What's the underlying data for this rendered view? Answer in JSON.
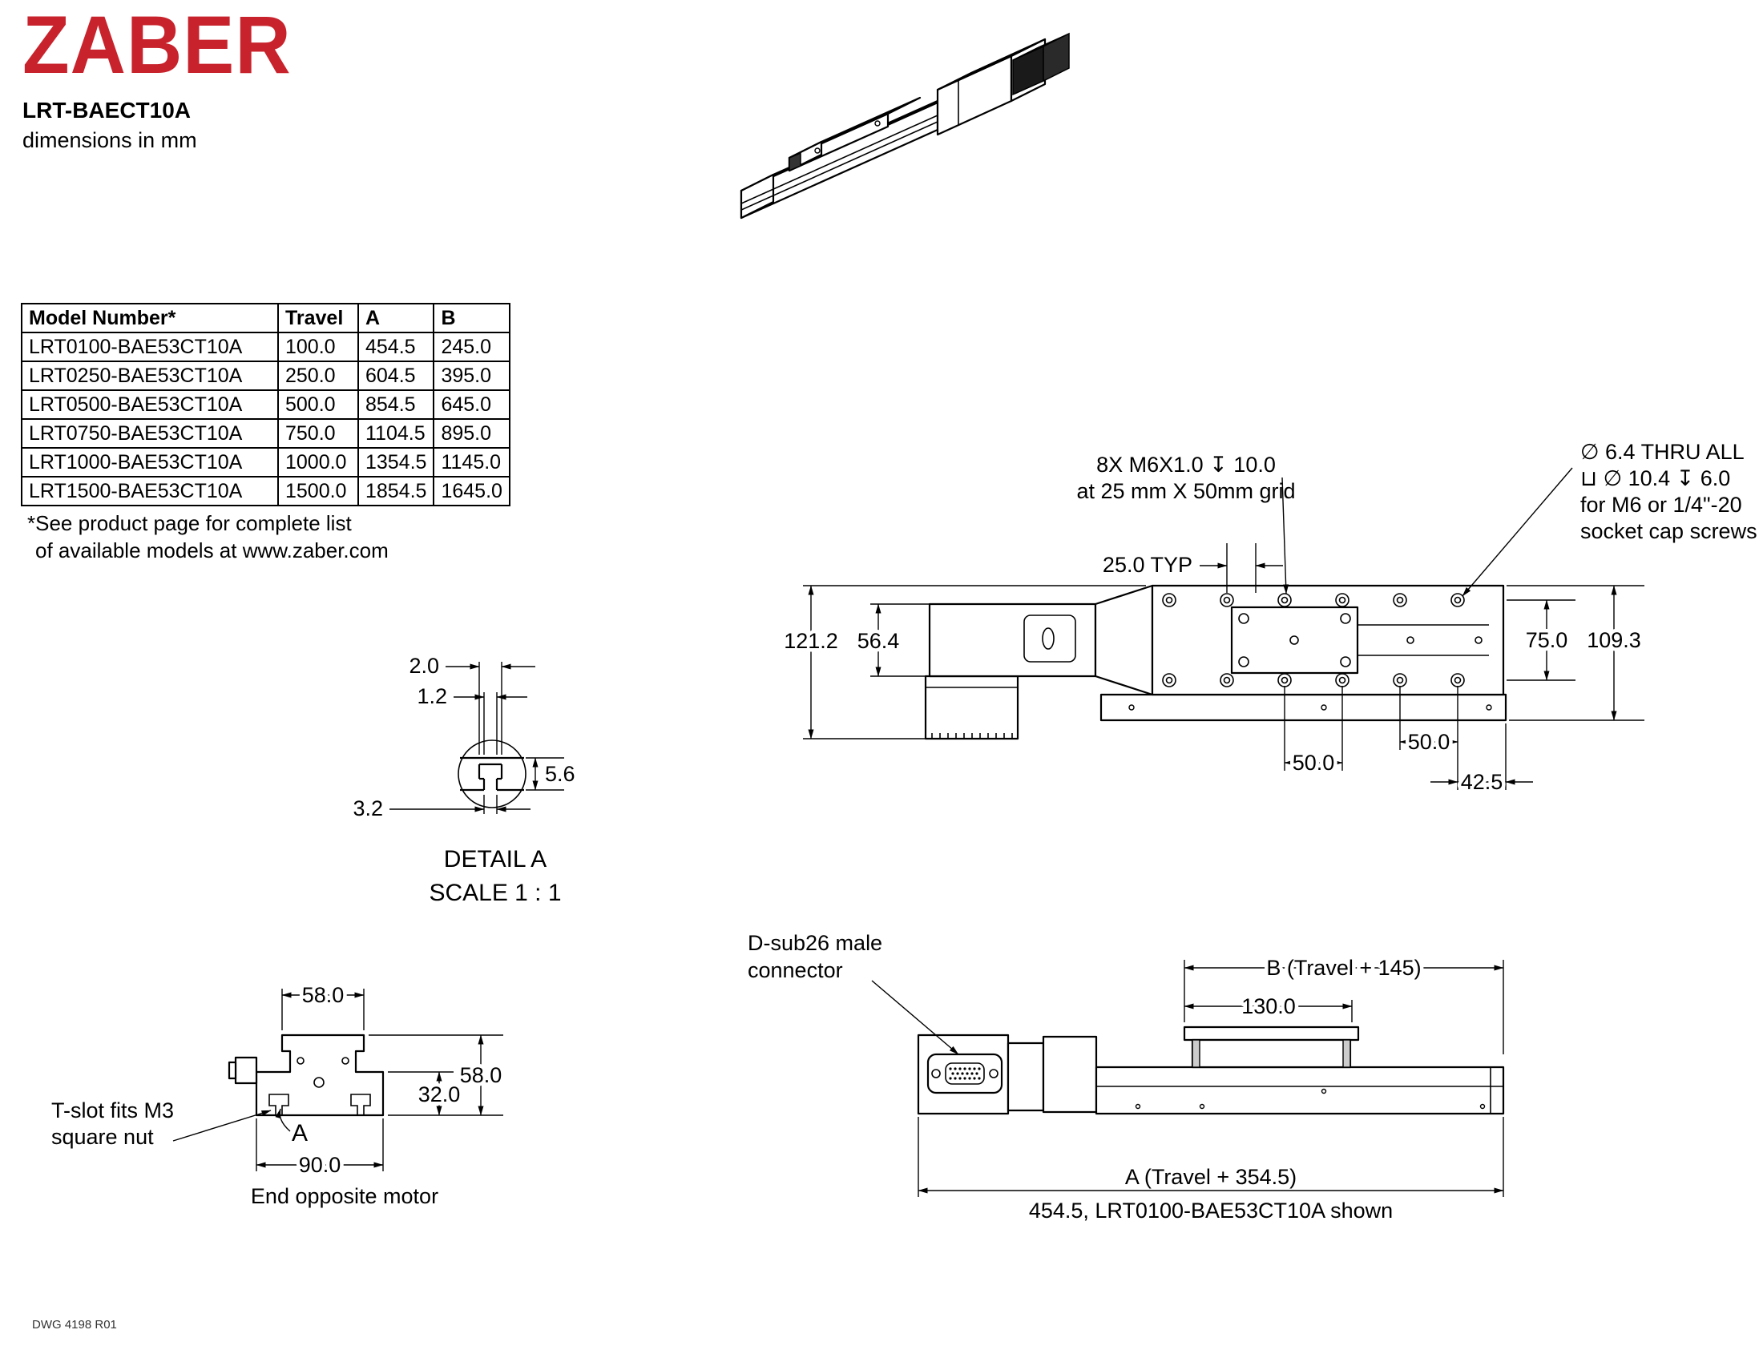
{
  "header": {
    "logo": "ZABER",
    "model": "LRT-BAECT10A",
    "units": "dimensions in mm",
    "brand_color": "#c8232c"
  },
  "table": {
    "headers": [
      "Model Number*",
      "Travel",
      "A",
      "B"
    ],
    "rows": [
      [
        "LRT0100-BAE53CT10A",
        "100.0",
        "454.5",
        "245.0"
      ],
      [
        "LRT0250-BAE53CT10A",
        "250.0",
        "604.5",
        "395.0"
      ],
      [
        "LRT0500-BAE53CT10A",
        "500.0",
        "854.5",
        "645.0"
      ],
      [
        "LRT0750-BAE53CT10A",
        "750.0",
        "1104.5",
        "895.0"
      ],
      [
        "LRT1000-BAE53CT10A",
        "1000.0",
        "1354.5",
        "1145.0"
      ],
      [
        "LRT1500-BAE53CT10A",
        "1500.0",
        "1854.5",
        "1645.0"
      ]
    ],
    "footnote_line1": "*See product page for complete list",
    "footnote_line2": "of available models at www.zaber.com"
  },
  "top_view": {
    "screw_note_line1": "8X M6X1.0 ↧ 10.0",
    "screw_note_line2": "at 25 mm X 50mm grid",
    "cbore_note_line1": "∅ 6.4 THRU ALL",
    "cbore_note_line2": "⊔  ∅ 10.4 ↧ 6.0",
    "cbore_note_line3": "for M6 or 1/4\"-20",
    "cbore_note_line4": "socket cap screws",
    "dim_pitch": "25.0 TYP",
    "dim_overall_width": "121.2",
    "dim_motor_width": "56.4",
    "dim_hole_rows": "75.0",
    "dim_base_width": "109.3",
    "dim_grid_a": "50.0",
    "dim_grid_b": "50.0",
    "dim_end_offset": "42.5"
  },
  "detail_a": {
    "dim_outer": "2.0",
    "dim_inner": "1.2",
    "dim_height": "5.6",
    "dim_slot": "3.2",
    "title": "DETAIL A",
    "scale": "SCALE 1 : 1"
  },
  "end_view": {
    "dim_top_width": "58.0",
    "dim_height": "58.0",
    "dim_base_height": "32.0",
    "dim_base_width": "90.0",
    "detail_label": "A",
    "tslot_note_line1": "T-slot fits M3",
    "tslot_note_line2": "square nut",
    "caption": "End opposite motor"
  },
  "side_view": {
    "dsub_note_line1": "D-sub26 male",
    "dsub_note_line2": "connector",
    "dim_b": "B (Travel + 145)",
    "dim_carriage": "130.0",
    "dim_a": "A (Travel + 354.5)",
    "caption": "454.5, LRT0100-BAE53CT10A shown"
  },
  "footer": {
    "dwg_number": "DWG 4198 R01"
  }
}
